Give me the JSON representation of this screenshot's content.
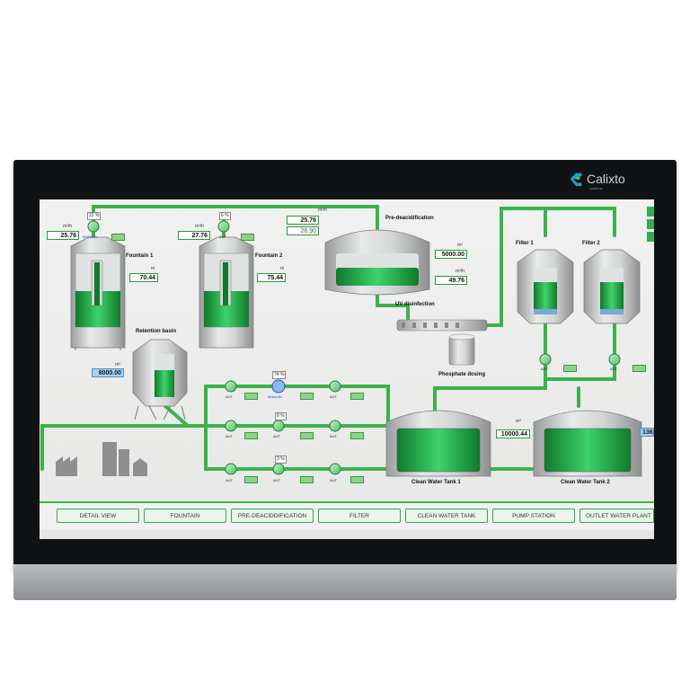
{
  "brand": {
    "name": "Calixto",
    "tagline": "systems"
  },
  "colors": {
    "pipe": "#3bb34a",
    "liquid": "#1d9a3d",
    "value_border": "#2a9a3a",
    "highlight": "#a9d3f2"
  },
  "labels": {
    "fountain1": "Fountain 1",
    "fountain2": "Fountain 2",
    "retention": "Retention basin",
    "predeacid": "Pre-deacidification",
    "uv": "UV disinfection",
    "phosphate": "Phosphate dosing",
    "filter1": "Filter 1",
    "filter2": "Filter 2",
    "cwt1": "Clean Water Tank 1",
    "cwt2": "Clean Water Tank 2"
  },
  "units": {
    "flow": "m³/h",
    "height": "m",
    "volume": "m³"
  },
  "values": {
    "fountain1_flow": "25.76",
    "fountain1_level": "70.44",
    "fountain1_pump_pct": "22 %",
    "fountain1_pump_mode": "MANUAL",
    "fountain2_flow": "27.76",
    "fountain2_level": "75.44",
    "fountain2_pump_pct": "6 %",
    "fountain2_pump_mode": "AUT",
    "header_flow_1": "25.76",
    "header_flow_2": "26.90",
    "retention_volume": "8000.00",
    "predeacid_volume": "5000.00",
    "predeacid_flow": "49.76",
    "station_row1_pct": "74 %",
    "station_row1_mode": "MANUAL",
    "station_row2_pct": "8 %",
    "station_row3_pct": "3 %",
    "aut": "AUT",
    "cwt_volume": "10000.44",
    "right_partial": "136"
  },
  "nav": [
    "DETAIL VIEW",
    "FOUNTAIN",
    "PRE-DEACIDDIFICATION",
    "FILTER",
    "CLEAN WATER TANK",
    "PUMP STATION",
    "OUTLET WATER PLANT"
  ]
}
